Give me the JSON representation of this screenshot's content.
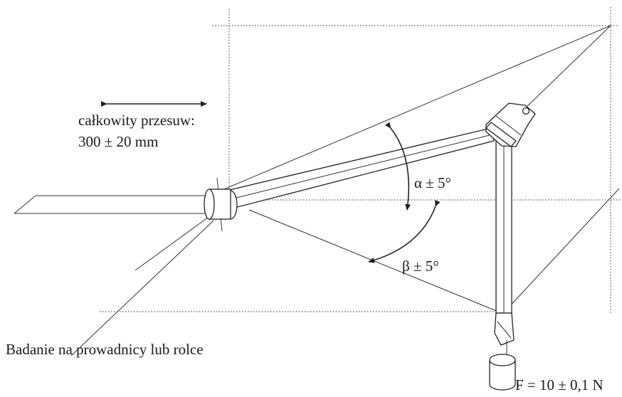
{
  "labels": {
    "travel_line1": "całkowity przesuw:",
    "travel_line2": "300 ± 20 mm",
    "alpha": "α ± 5°",
    "beta": "β ± 5°",
    "caption": "Badanie na prowadnicy lub rolce",
    "force": "F = 10 ± 0,1 N"
  }
}
